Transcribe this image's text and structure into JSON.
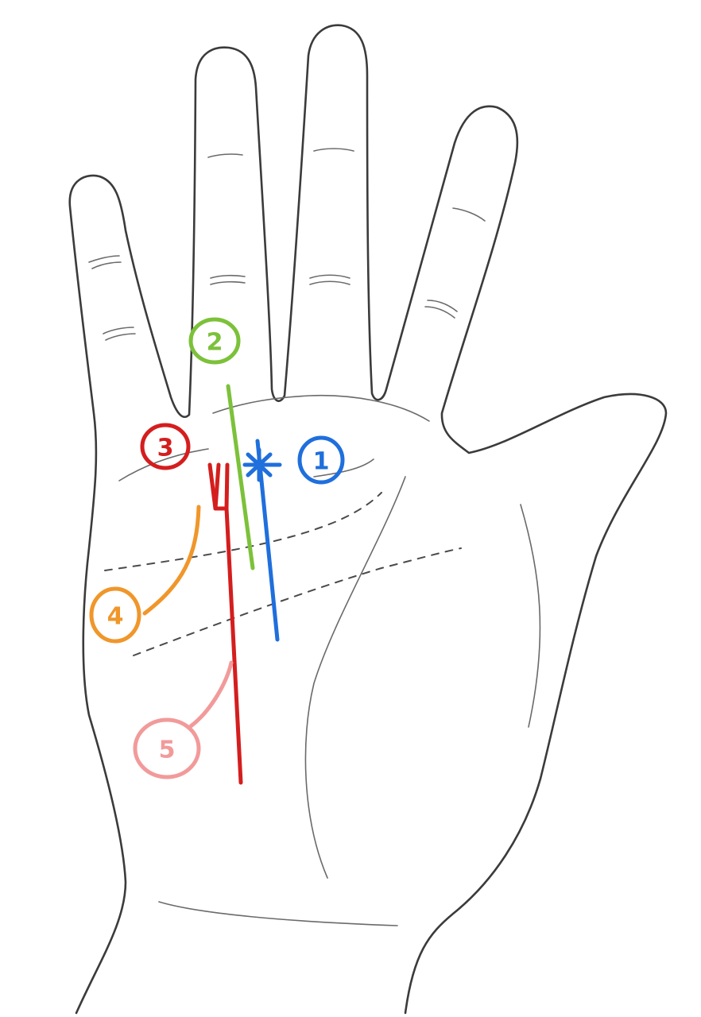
{
  "labels": [
    {
      "id": "1",
      "text": "1",
      "color": "#1f6fdc"
    },
    {
      "id": "2",
      "text": "2",
      "color": "#7cc13a"
    },
    {
      "id": "3",
      "text": "3",
      "color": "#d41e1e"
    },
    {
      "id": "4",
      "text": "4",
      "color": "#f0962a"
    },
    {
      "id": "5",
      "text": "5",
      "color": "#f29a9a"
    }
  ],
  "colors": {
    "outline": "#3b3b3b",
    "line_1": "#1f6fdc",
    "line_2": "#7cc13a",
    "line_3": "#d41e1e",
    "leader_4": "#f0962a",
    "leader_5": "#f29a9a"
  }
}
